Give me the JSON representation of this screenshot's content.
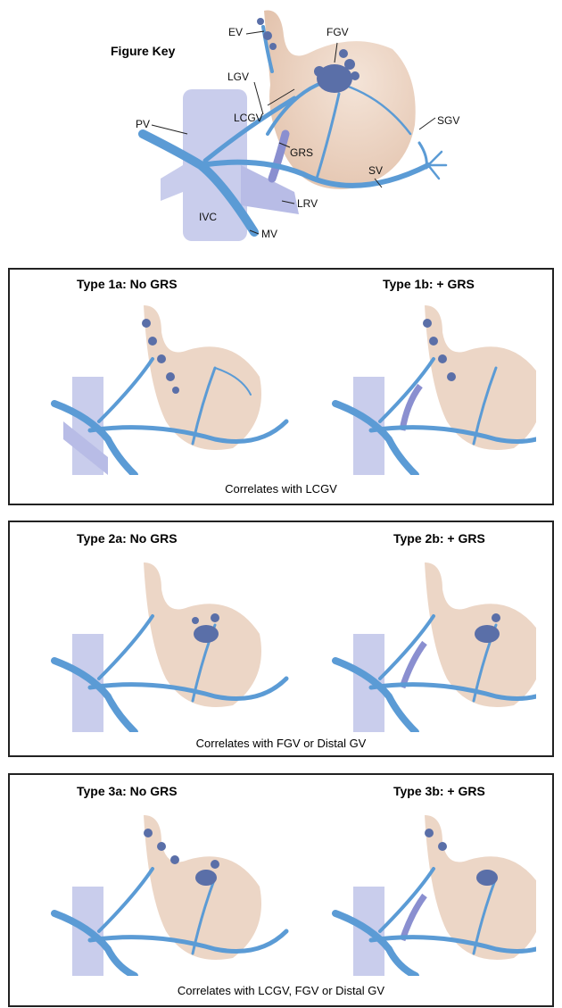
{
  "key": {
    "title": "Figure Key",
    "labels": {
      "ev": "EV",
      "fgv": "FGV",
      "lgv": "LGV",
      "pv": "PV",
      "lcgv": "LCGV",
      "sgv": "SGV",
      "grs": "GRS",
      "sv": "SV",
      "lrv": "LRV",
      "ivc": "IVC",
      "mv": "MV"
    }
  },
  "panels": [
    {
      "left_title": "Type 1a: No GRS",
      "right_title": "Type 1b: + GRS",
      "caption": "Correlates with LCGV"
    },
    {
      "left_title": "Type 2a: No GRS",
      "right_title": "Type 2b: + GRS",
      "caption": "Correlates with FGV or Distal GV"
    },
    {
      "left_title": "Type 3a: No GRS",
      "right_title": "Type 3b: + GRS",
      "caption": "Correlates with LCGV, FGV or Distal GV"
    }
  ],
  "colors": {
    "vein": "#5b9bd5",
    "vein_dark": "#3f7fbf",
    "ivc": "#c9cdec",
    "lrv": "#b8bce6",
    "stomach": "#ecd6c6",
    "varix": "#5a6fa8",
    "grs": "#8a8fd0"
  }
}
